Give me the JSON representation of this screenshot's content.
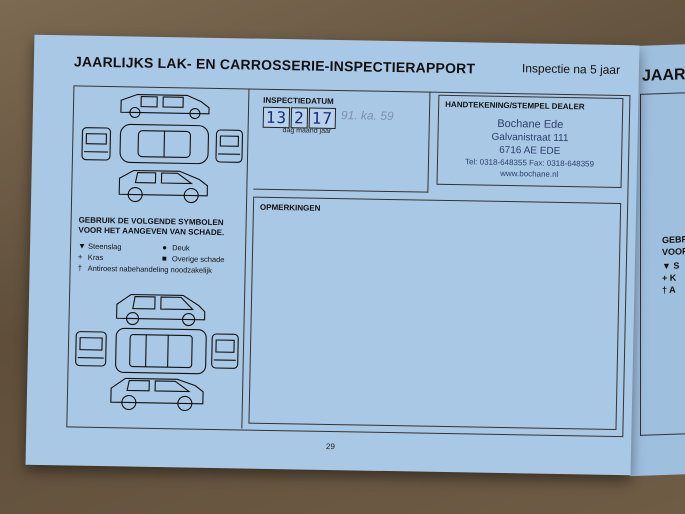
{
  "header": {
    "title": "JAARLIJKS LAK- EN CARROSSERIE-INSPECTIERAPPORT",
    "subtitle": "Inspectie na 5 jaar"
  },
  "date_section": {
    "label": "INSPECTIEDATUM",
    "handwritten": [
      "13",
      "2",
      "17"
    ],
    "sublabel": "dag maand jaar",
    "scribble": "91. ka. 59"
  },
  "dealer": {
    "label": "HANDTEKENING/STEMPEL DEALER",
    "name": "Bochane Ede",
    "street": "Galvanistraat 111",
    "city": "6716 AE  EDE",
    "phone": "Tel: 0318-648355  Fax: 0318-648359",
    "web": "www.bochane.nl"
  },
  "remarks": {
    "label": "OPMERKINGEN"
  },
  "legend": {
    "title": "GEBRUIK DE VOLGENDE SYMBOLEN VOOR HET AANGEVEN VAN SCHADE.",
    "items": [
      {
        "symbol": "▼",
        "label": "Steenslag"
      },
      {
        "symbol": "●",
        "label": "Deuk"
      },
      {
        "symbol": "+",
        "label": "Kras"
      },
      {
        "symbol": "■",
        "label": "Overige schade"
      },
      {
        "symbol": "†",
        "label": "Antiroest nabehandeling noodzakelijk"
      }
    ]
  },
  "page_number": "29",
  "right_page": {
    "title": "JAAR",
    "lines": [
      "GEBRU",
      "VOOR",
      "▼ S",
      "+ K",
      "† A"
    ]
  },
  "colors": {
    "paper": "#a9c8e6",
    "ink": "#111111",
    "stamp": "#2d3d6a",
    "table": "#6b5a44"
  }
}
